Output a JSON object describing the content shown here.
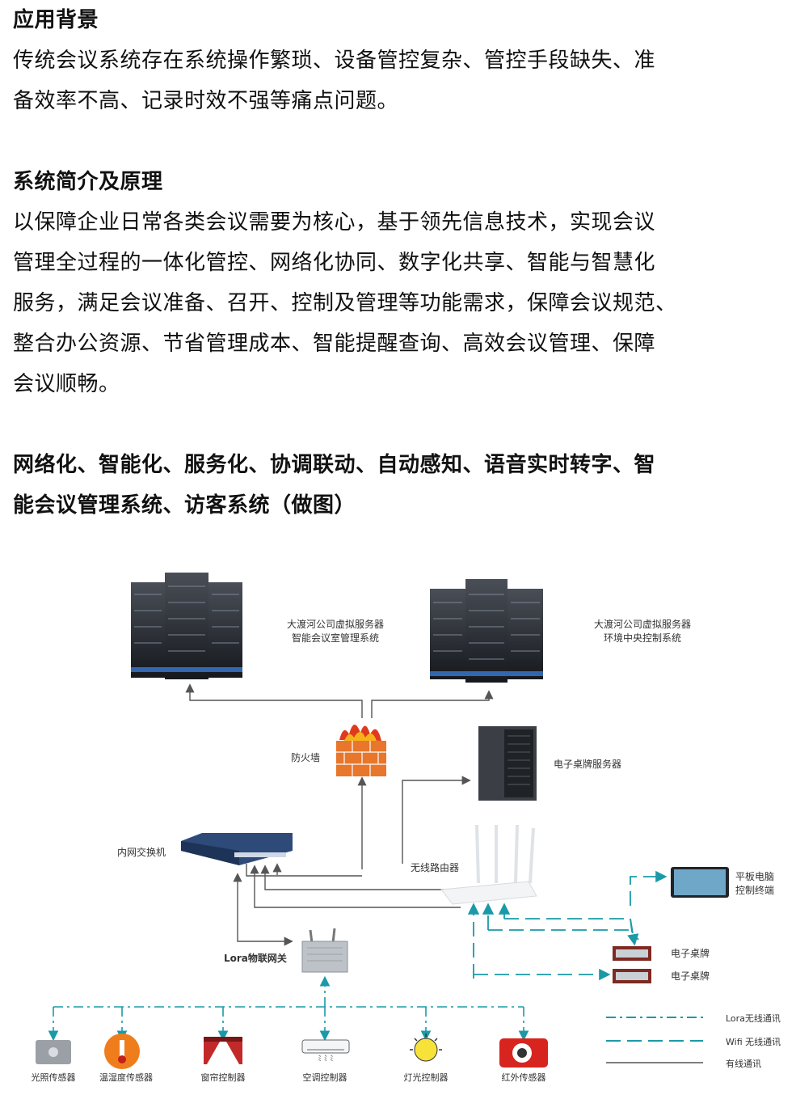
{
  "sections": [
    {
      "heading": "应用背景",
      "lines": [
        "传统会议系统存在系统操作繁琐、设备管控复杂、管控手段缺失、准",
        "备效率不高、记录时效不强等痛点问题。"
      ]
    },
    {
      "heading": "系统简介及原理",
      "lines": [
        "以保障企业日常各类会议需要为核心，基于领先信息技术，实现会议",
        "管理全过程的一体化管控、网络化协同、数字化共享、智能与智慧化",
        "服务，满足会议准备、召开、控制及管理等功能需求，保障会议规范、",
        "整合办公资源、节省管理成本、智能提醒查询、高效会议管理、保障",
        "会议顺畅。"
      ]
    },
    {
      "heading_lines": [
        "网络化、智能化、服务化、协调联动、自动感知、语音实时转字、智",
        "能会议管理系统、访客系统（做图）"
      ]
    }
  ],
  "diagram": {
    "server_left": {
      "line1": "大渡河公司虚拟服务器",
      "line2": "智能会议室管理系统"
    },
    "server_right": {
      "line1": "大渡河公司虚拟服务器",
      "line2": "环境中央控制系统"
    },
    "firewall": "防火墙",
    "nameplate_server": "电子桌牌服务器",
    "switch": "内网交换机",
    "router": "无线路由器",
    "tablet": {
      "line1": "平板电脑",
      "line2": "控制终端"
    },
    "nameplate1": "电子桌牌",
    "nameplate2": "电子桌牌",
    "lora_gateway": "Lora物联网关",
    "sensors": [
      "光照传感器",
      "温湿度传感器",
      "窗帘控制器",
      "空调控制器",
      "灯光控制器",
      "红外传感器"
    ],
    "legend": [
      "Lora无线通讯",
      "Wifi 无线通讯",
      "有线通讯"
    ],
    "colors": {
      "lora": "#1a9aa8",
      "wifi": "#1a9aa8",
      "wired": "#555555"
    }
  }
}
